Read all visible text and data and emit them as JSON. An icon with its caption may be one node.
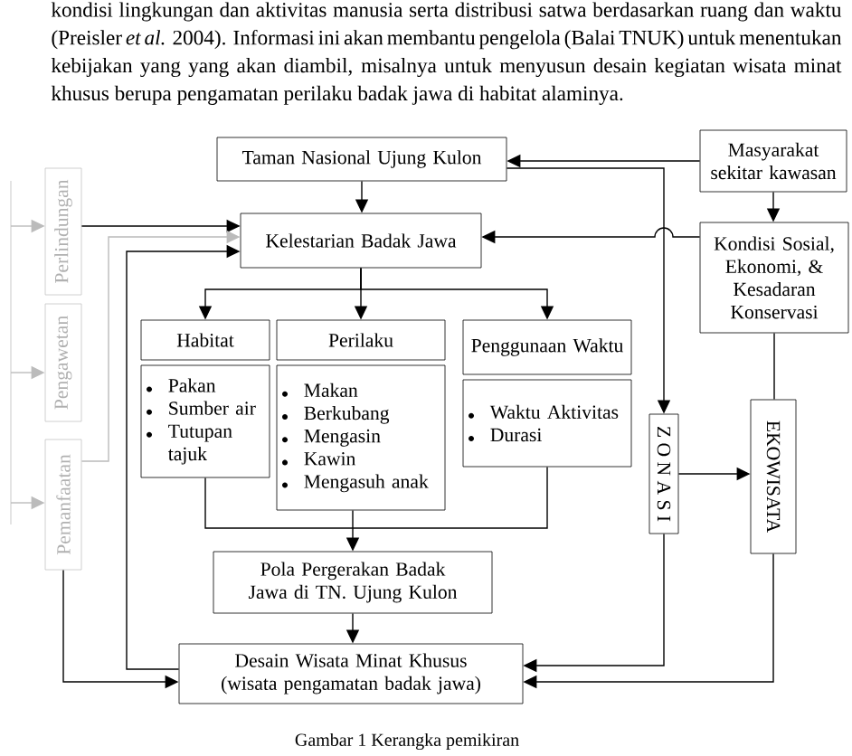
{
  "diagram": {
    "caption": "Gambar 1  Kerangka pemikiran",
    "nodes": [
      {
        "text": [
          "Taman Nasional Ujung Kulon"
        ]
      },
      {
        "text": [
          "Masyarakat sekitar kawasan"
        ]
      },
      {
        "text": [
          "Perlindungan"
        ]
      },
      {
        "text": [
          "Kelestarian Badak Jawa"
        ]
      },
      {
        "text": [
          "Kondisi Sosial, Ekonomi, & Kesadaran Konservasi"
        ]
      },
      {
        "text": [
          "Pengawetan"
        ]
      },
      {
        "text": [
          "Habitat"
        ]
      },
      {
        "text": [
          "Perilaku"
        ]
      },
      {
        "text": [
          "Penggunaan Waktu"
        ]
      },
      {
        "text": [
          "Pakan",
          "Sumber air",
          "Tutupan tajuk"
        ]
      },
      {
        "text": [
          "Makan",
          "Berkubang",
          "Mengasin",
          "Kawin",
          "Mengasuh anak"
        ]
      },
      {
        "text": [
          "Waktu Aktivitas",
          "Durasi"
        ]
      },
      {
        "text": [
          "Z O N A S I"
        ]
      },
      {
        "text": [
          "EKOWISATA"
        ]
      },
      {
        "text": [
          "Pemanfaatan"
        ]
      },
      {
        "text": [
          "Pola Pergerakan Badak Jawa di TN. Ujung Kulon"
        ]
      },
      {
        "text": [
          "Desain Wisata Minat Khusus (wisata pengamatan badak jawa)"
        ]
      }
    ],
    "edges": [
      {
        "from": 1,
        "to": 0,
        "arrow": "to"
      },
      {
        "from": 1,
        "to": 4,
        "arrow": "to"
      },
      {
        "from": 0,
        "to": 3,
        "arrow": "to"
      },
      {
        "from": 4,
        "to": 3,
        "arrow": "to"
      },
      {
        "from": 0,
        "to": 12,
        "arrow": "to"
      },
      {
        "from": 2,
        "to": 3,
        "arrow": "to"
      },
      {
        "from": 14,
        "to": 3,
        "arrow": "to",
        "color": "#bbbbbb"
      },
      {
        "from": 3,
        "to": 6,
        "arrow": "to"
      },
      {
        "from": 3,
        "to": 7,
        "arrow": "to"
      },
      {
        "from": 3,
        "to": 8,
        "arrow": "to"
      },
      {
        "from": 4,
        "to": 13,
        "arrow": "none"
      },
      {
        "from": 12,
        "to": 13,
        "arrow": "to"
      },
      {
        "from": 9,
        "to": 15,
        "arrow": "to"
      },
      {
        "from": 10,
        "to": 15,
        "arrow": "to"
      },
      {
        "from": 11,
        "to": 15,
        "arrow": "to"
      },
      {
        "from": 15,
        "to": 16,
        "arrow": "to"
      },
      {
        "from": 12,
        "to": 16,
        "arrow": "to"
      },
      {
        "from": 13,
        "to": 16,
        "arrow": "to"
      },
      {
        "from": 16,
        "to": 3,
        "arrow": "to"
      },
      {
        "from": 14,
        "to": 16,
        "arrow": "to"
      },
      {
        "from": null,
        "to": 2,
        "arrow": "to",
        "color": "#bbbbbb"
      },
      {
        "from": null,
        "to": 5,
        "arrow": "to",
        "color": "#bbbbbb"
      },
      {
        "from": null,
        "to": 14,
        "arrow": "to",
        "color": "#bbbbbb"
      }
    ],
    "labels": [
      "kondisi lingkungan dan aktivitas manusia serta distribusi satwa berdasarkan ruang dan waktu (Preisler *et al.* 2004). Informasi ini akan membantu pengelola (Balai TNUK) untuk menentukan kebijakan yang yang akan diambil, misalnya untuk menyusun desain kegiatan wisata minat khusus berupa pengamatan perilaku badak jawa di habitat alaminya."
    ]
  }
}
